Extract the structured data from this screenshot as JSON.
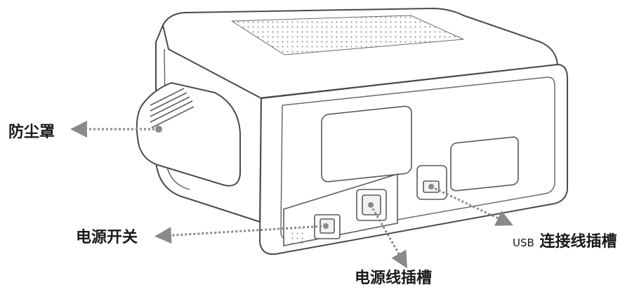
{
  "labels": {
    "dust_cover": "防尘罩",
    "power_switch": "电源开关",
    "power_socket": "电源线插槽",
    "usb_prefix": "USB",
    "usb_slot": "连接线插槽"
  },
  "colors": {
    "outline": "#4a4a4a",
    "fill": "#ffffff",
    "leader": "#8a8a8a",
    "text": "#1a1a1a"
  }
}
